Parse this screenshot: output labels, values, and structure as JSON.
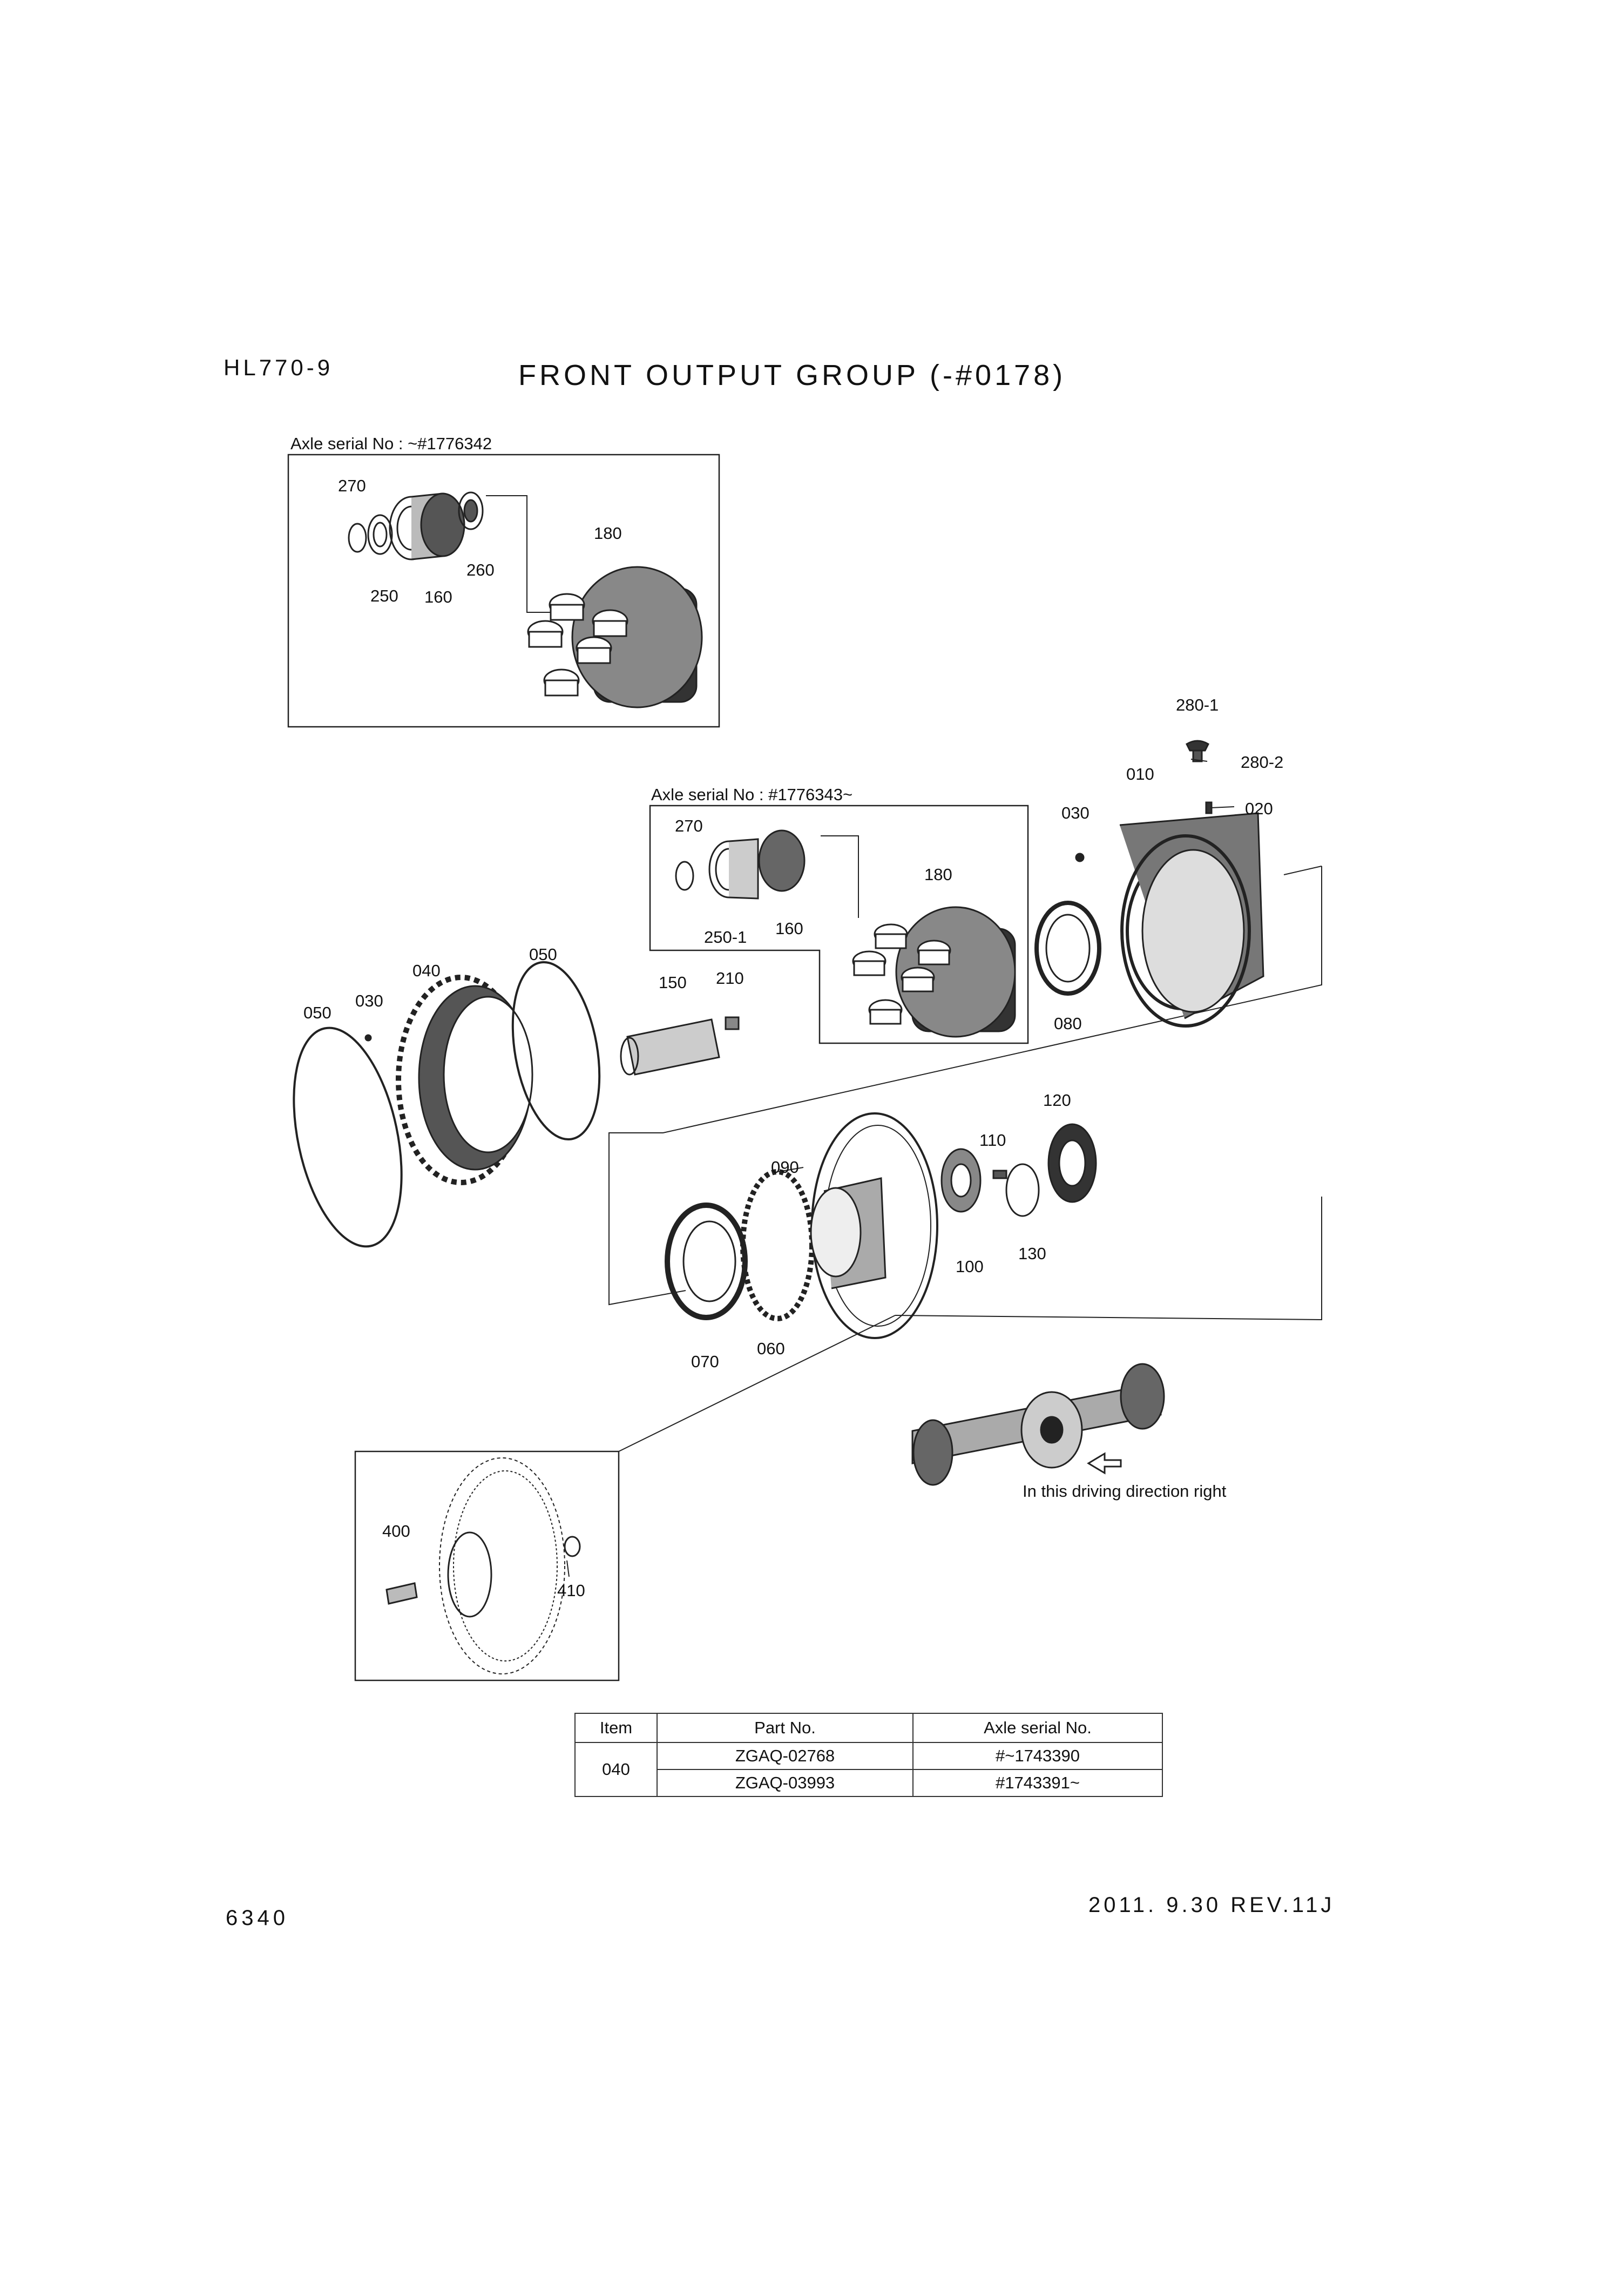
{
  "header": {
    "model": "HL770-9",
    "title": "FRONT OUTPUT GROUP (-#0178)"
  },
  "insets": {
    "top_left": {
      "serial_label": "Axle serial No : ~#1776342"
    },
    "middle": {
      "serial_label": "Axle serial No : #1776343~"
    }
  },
  "callouts": {
    "c270_a": "270",
    "c250_a": "250",
    "c160_a": "160",
    "c260_a": "260",
    "c180_a": "180",
    "c270_b": "270",
    "c250_1": "250-1",
    "c160_b": "160",
    "c180_b": "180",
    "c280_1": "280-1",
    "c280_2": "280-2",
    "c010": "010",
    "c020": "020",
    "c030_a": "030",
    "c030_b": "030",
    "c080": "080",
    "c040": "040",
    "c050_a": "050",
    "c050_b": "050",
    "c150": "150",
    "c210": "210",
    "c090": "090",
    "c110": "110",
    "c120": "120",
    "c100": "100",
    "c130": "130",
    "c070": "070",
    "c060": "060",
    "c400": "400",
    "c410": "410"
  },
  "direction_note": "In this driving direction right",
  "parts_table": {
    "headers": [
      "Item",
      "Part No.",
      "Axle serial No."
    ],
    "item": "040",
    "rows": [
      {
        "part_no": "ZGAQ-02768",
        "axle_serial": "#~1743390"
      },
      {
        "part_no": "ZGAQ-03993",
        "axle_serial": "#1743391~"
      }
    ]
  },
  "footer": {
    "page_number": "6340",
    "revision": "2011. 9.30  REV.11J"
  }
}
